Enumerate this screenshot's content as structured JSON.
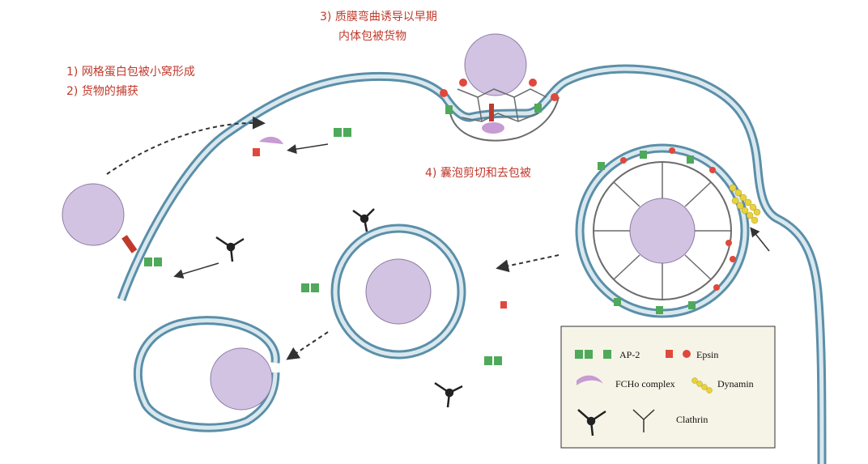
{
  "steps": {
    "s1": "1) 网格蛋白包被小窝形成",
    "s2": "2) 货物的捕获",
    "s3_line1": "3) 质膜弯曲诱导以早期",
    "s3_line2": "内体包被货物",
    "s4": "4) 囊泡剪切和去包被"
  },
  "legend": {
    "ap2": "AP-2",
    "epsin": "Epsin",
    "fcho": "FCHo complex",
    "dynamin": "Dynamin",
    "clathrin": "Clathrin"
  },
  "colors": {
    "membrane": "#5b8fa8",
    "membrane_core": "#d9e8ef",
    "vesicle": "#d3c3e3",
    "ap2": "#4fa95a",
    "epsin": "#e0483c",
    "fcho": "#c79bd3",
    "dynamin": "#e8d33c",
    "clathrin": "#222222",
    "lattice": "#6b6b6b",
    "label": "#c0392b",
    "legend_bg": "#f6f4e6"
  }
}
